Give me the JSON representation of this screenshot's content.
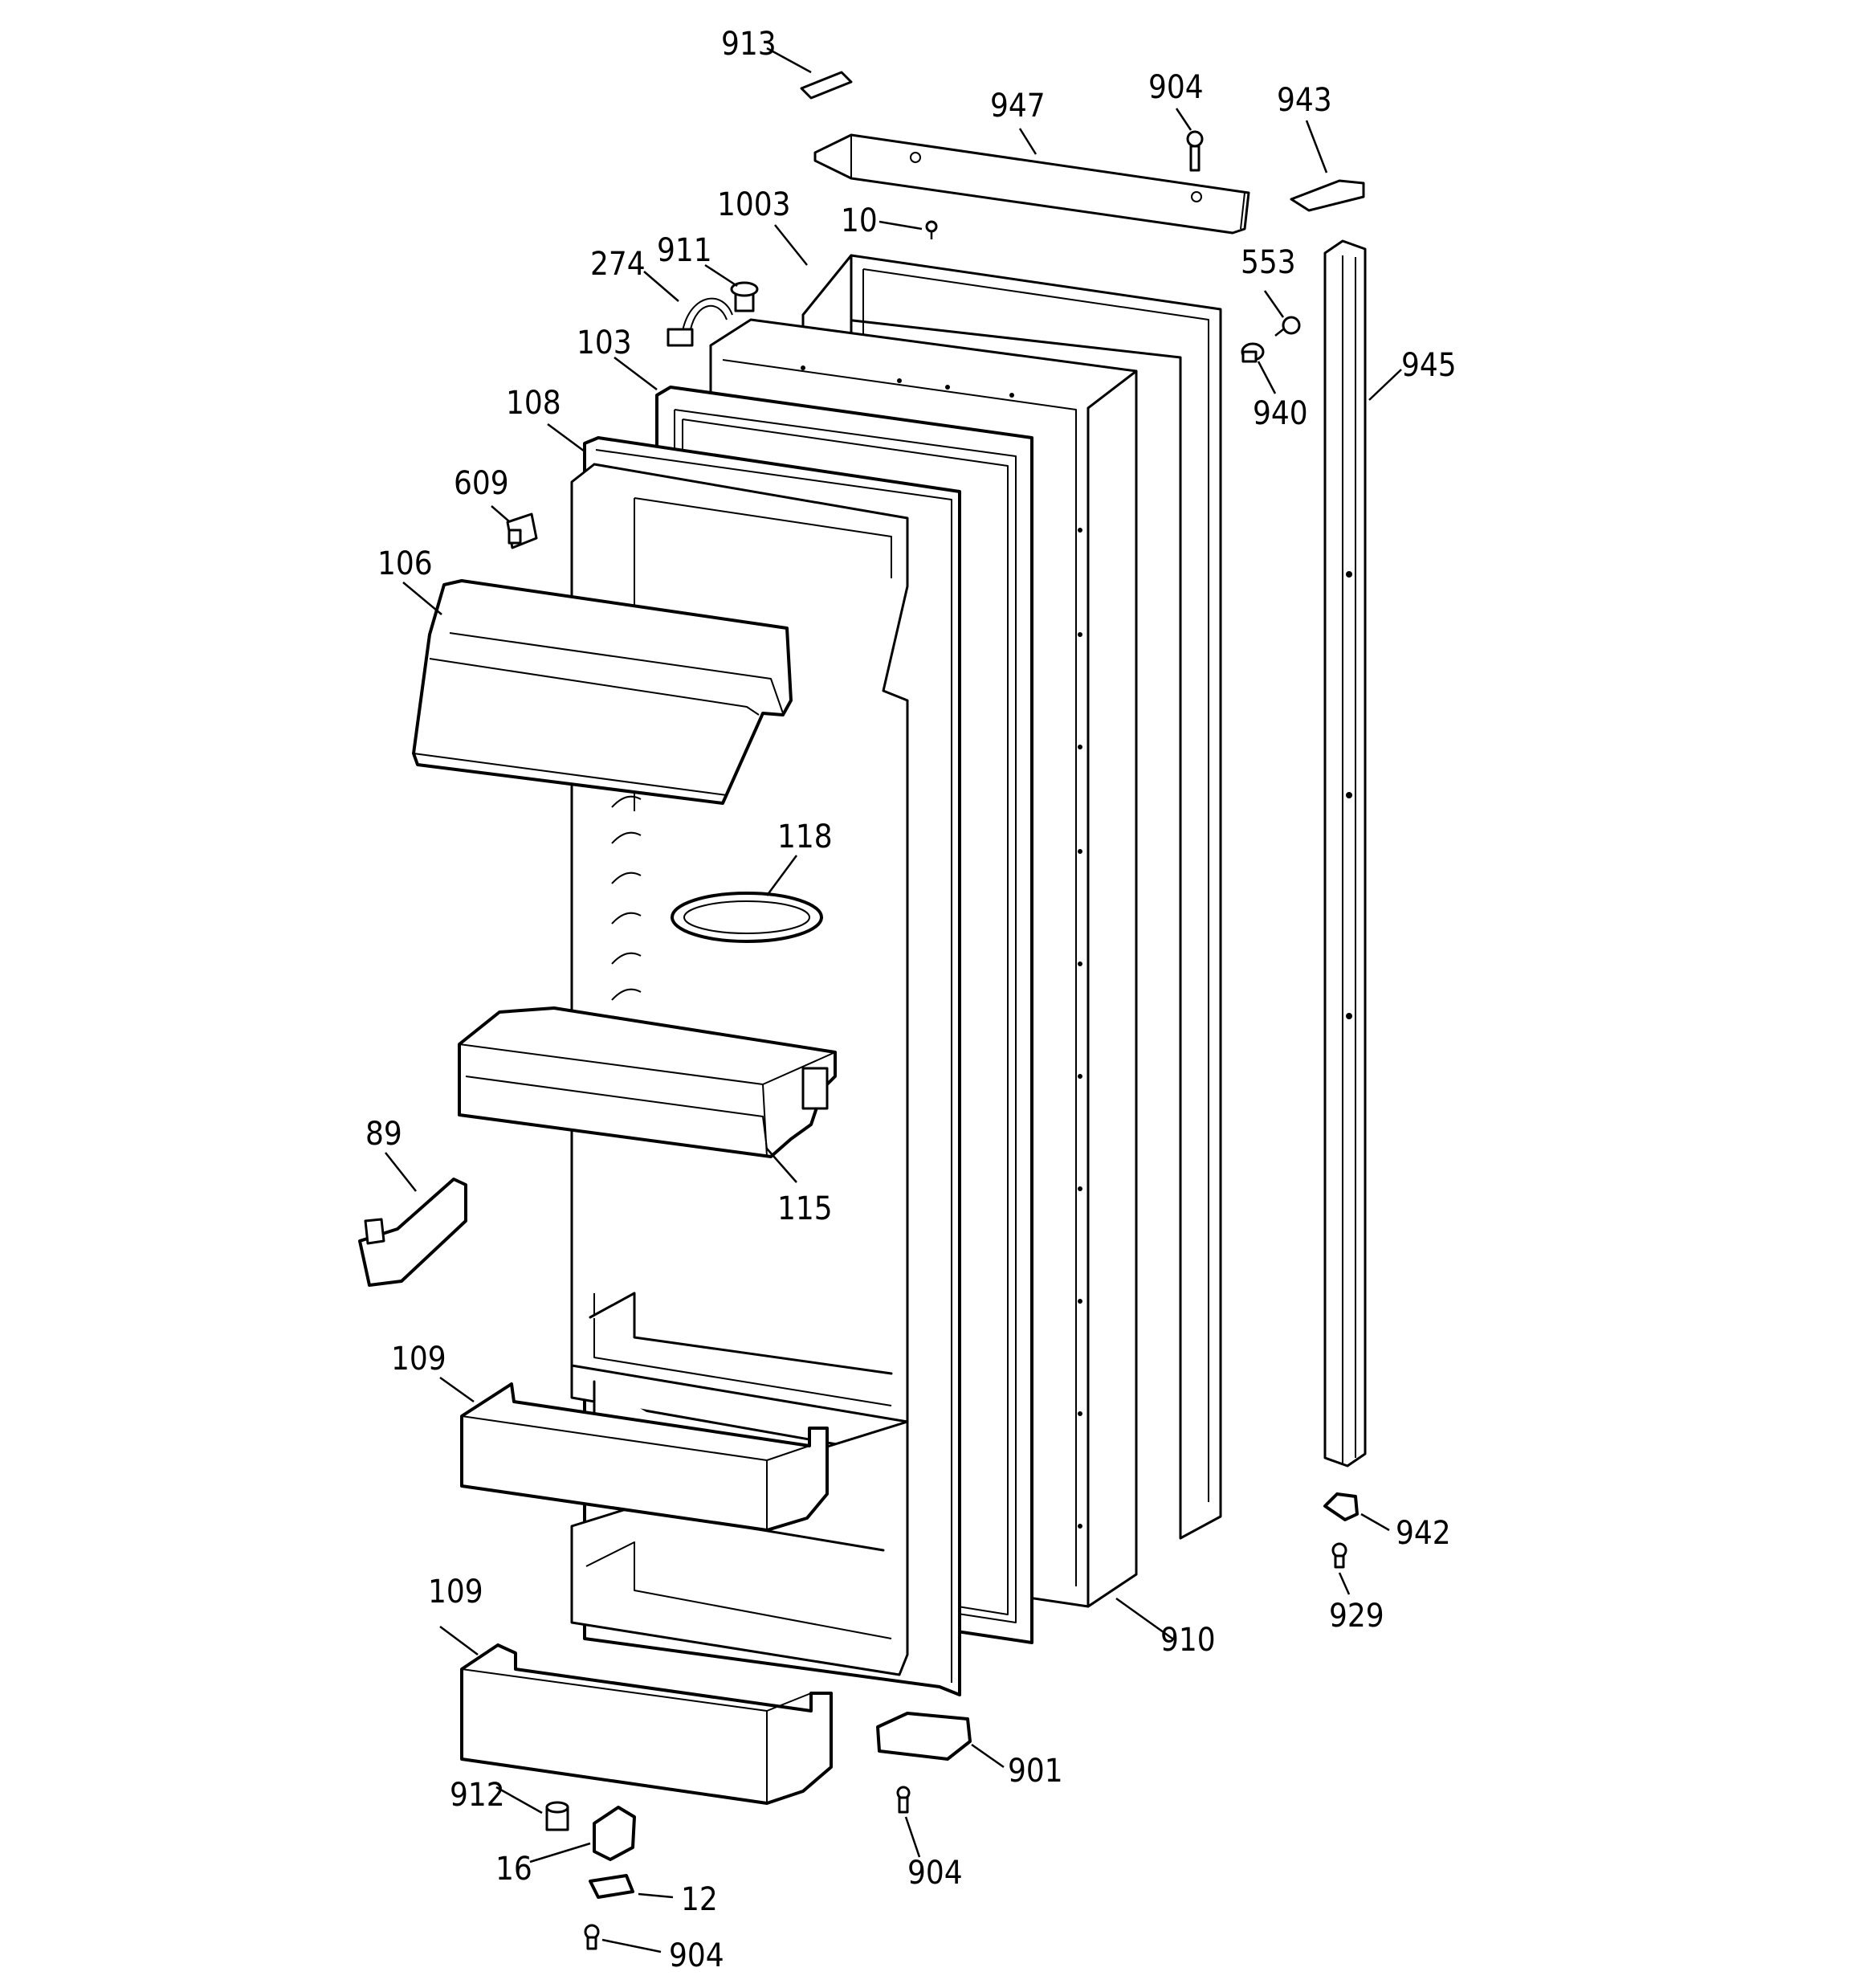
{
  "diagram": {
    "callouts": {
      "c913": "913",
      "c947": "947",
      "c904_top": "904",
      "c943": "943",
      "c1003": "1003",
      "c10": "10",
      "c911": "911",
      "c274": "274",
      "c553": "553",
      "c945": "945",
      "c940": "940",
      "c103": "103",
      "c108": "108",
      "c609": "609",
      "c106": "106",
      "c118": "118",
      "c89": "89",
      "c115": "115",
      "c109_upper": "109",
      "c942": "942",
      "c929": "929",
      "c910": "910",
      "c109_lower": "109",
      "c901": "901",
      "c912": "912",
      "c904_mid": "904",
      "c16": "16",
      "c12": "12",
      "c904_bottom": "904"
    }
  }
}
